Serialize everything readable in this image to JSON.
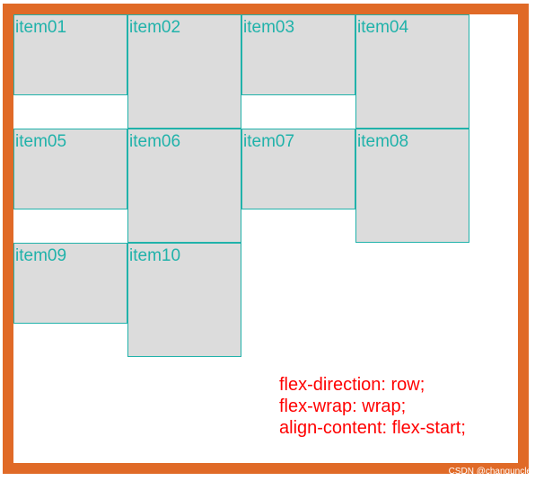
{
  "items": [
    "item01",
    "item02",
    "item03",
    "item04",
    "item05",
    "item06",
    "item07",
    "item08",
    "item09",
    "item10"
  ],
  "note": {
    "line1": "flex-direction: row;",
    "line2": "flex-wrap: wrap;",
    "line3": "align-content: flex-start;"
  },
  "watermark": "CSDN @changuncle",
  "colors": {
    "border": "#e06a27",
    "item_bg": "#dcdcdc",
    "item_border": "#20b2aa",
    "item_text": "#20b2aa",
    "note_text": "#ff0000"
  }
}
